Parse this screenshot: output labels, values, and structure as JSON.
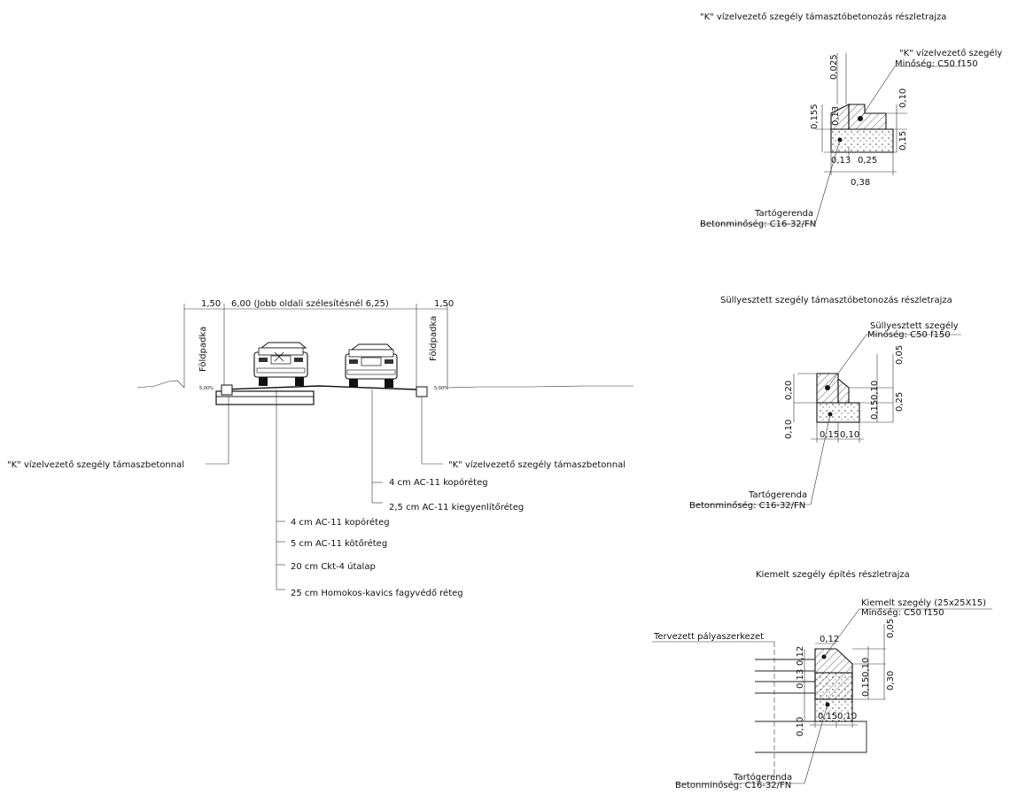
{
  "detail_k": {
    "title": "\"K\" vízelvezető szegély támasztóbetonozás részletrajza",
    "callout_name": "\"K\" vízelvezető szegély",
    "callout_quality": "Minőség: C50 f150",
    "base_name": "Tartógerenda",
    "base_quality": "Betonminőség: C16-32/FN",
    "dims": {
      "top": "0,025",
      "right_top": "0,10",
      "right_bottom": "0,15",
      "left_outer": "0,155",
      "left_inner": "0,13",
      "bottom_left": "0,13",
      "bottom_right": "0,25",
      "bottom_total": "0,38"
    }
  },
  "detail_sullyesztett": {
    "title": "Süllyesztett szegély támasztóbetonozás részletrajza",
    "callout_name": "Süllyesztett szegély",
    "callout_quality": "Minőség: C50 f150",
    "base_name": "Tartógerenda",
    "base_quality": "Betonminőség: C16-32/FN",
    "dims": {
      "right_top": "0,05",
      "right_mid": "0,10",
      "right_low": "0,15",
      "right_total": "0,25",
      "left_top": "0,20",
      "left_bottom": "0,10",
      "bottom_left": "0,15",
      "bottom_right": "0,10"
    }
  },
  "detail_kiemelt": {
    "title": "Kiemelt szegély építés részletrajza",
    "callout_name": "Kiemelt szegély (25x25X15)",
    "callout_quality": "Minőség: C50 f150",
    "left_label": "Tervezett pályaszerkezet",
    "base_name": "Tartógerenda",
    "base_quality": "Betonminőség: C16-32/FN",
    "dims": {
      "top": "0,12",
      "right_top": "0,05",
      "right_mid": "0,10",
      "right_low": "0,15",
      "right_total": "0,30",
      "left_top": "0,12",
      "left_mid": "0,13",
      "left_bottom": "0,10",
      "bottom_left": "0,15",
      "bottom_right": "0,10"
    }
  },
  "cross_section": {
    "dim_left": "1,50",
    "dim_center": "6,00 (Jobb oldali szélesítésnél 6,25)",
    "dim_right": "1,50",
    "shoulder_left": "Földpadka",
    "shoulder_right": "Földpadka",
    "slope_left": "5,00%",
    "slope_right": "5,00%",
    "curb_left_label": "\"K\" vízelvezető szegély támaszbetonnal",
    "curb_right_label": "\"K\" vízelvezető szegély támaszbetonnal",
    "layers_widening": [
      "4 cm AC-11 kopóréteg",
      "2,5 cm AC-11 kiegyenlítőréteg"
    ],
    "layers_main": [
      "4 cm AC-11 kopóréteg",
      "5 cm AC-11 kötőréteg",
      "20 cm Ckt-4 útalap",
      "25 cm Homokos-kavics fagyvédő réteg"
    ]
  }
}
